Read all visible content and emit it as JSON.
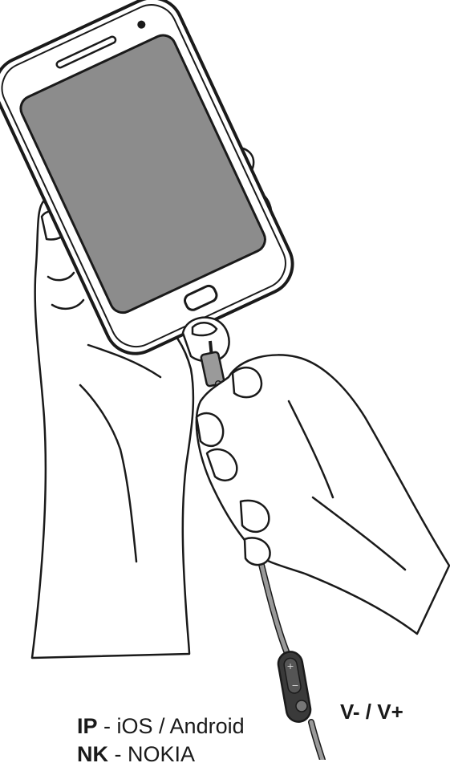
{
  "illustration": {
    "subject": "hands-holding-phone-with-headset-plug",
    "colors": {
      "screen": "#8c8c8c",
      "cable": "#9a9a9a",
      "remote": "#3a3a3a",
      "outline": "#1a1a1a",
      "skin": "#ffffff"
    }
  },
  "remote": {
    "plus_symbol": "+",
    "minus_symbol": "−"
  },
  "labels": {
    "volume": "V- / V+",
    "platforms": [
      {
        "code": "IP",
        "separator": " - ",
        "name": "iOS / Android"
      },
      {
        "code": "NK",
        "separator": " - ",
        "name": "NOKIA"
      }
    ]
  }
}
